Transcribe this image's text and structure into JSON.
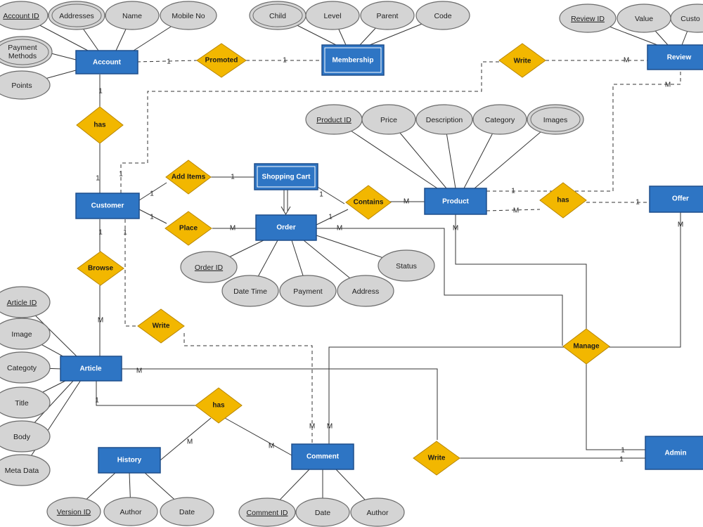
{
  "entities": {
    "account": "Account",
    "membership": "Membership",
    "review": "Review",
    "customer": "Customer",
    "shopping_cart": "Shopping Cart",
    "order": "Order",
    "product": "Product",
    "offer": "Offer",
    "article": "Article",
    "history": "History",
    "comment": "Comment",
    "admin": "Admin"
  },
  "relationships": {
    "promoted": "Promoted",
    "write_review": "Write",
    "has_account": "has",
    "add_items": "Add Items",
    "contains": "Contains",
    "place": "Place",
    "has_offer": "has",
    "browse": "Browse",
    "write_comment": "Write",
    "manage": "Manage",
    "has_history": "has",
    "write_article": "Write"
  },
  "attributes": {
    "account_id": "Account ID",
    "addresses": "Addresses",
    "name": "Name",
    "mobile_no": "Mobile No",
    "payment_methods_line1": "Payment",
    "payment_methods_line2": "Methods",
    "points": "Points",
    "child": "Child",
    "level": "Level",
    "parent": "Parent",
    "code": "Code",
    "review_id": "Review ID",
    "value": "Value",
    "custo": "Custo",
    "product_id": "Product ID",
    "price": "Price",
    "description": "Description",
    "category": "Category",
    "images": "Images",
    "order_id": "Order ID",
    "date_time": "Date Time",
    "payment": "Payment",
    "address": "Address",
    "status": "Status",
    "article_id": "Article ID",
    "image": "Image",
    "categoty": "Categoty",
    "title": "Title",
    "body": "Body",
    "meta_data": "Meta Data",
    "version_id": "Version ID",
    "history_author": "Author",
    "history_date": "Date",
    "comment_id": "Comment ID",
    "comment_date": "Date",
    "comment_author": "Author"
  },
  "cardinality": {
    "one": "1",
    "many": "M"
  }
}
